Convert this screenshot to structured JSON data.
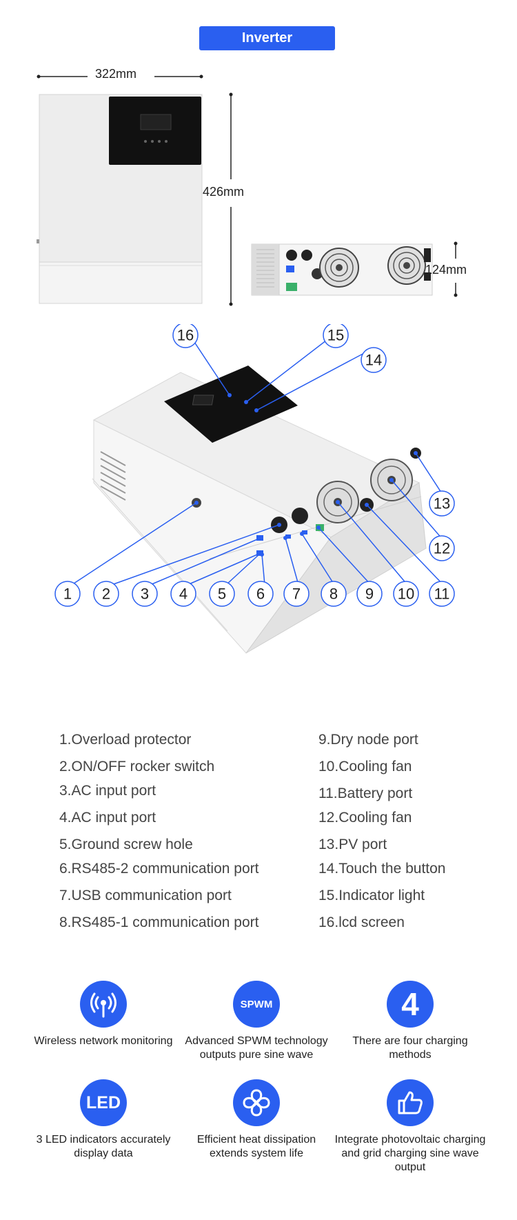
{
  "header": {
    "title": "Inverter"
  },
  "dimensions": {
    "width": "322mm",
    "height": "426mm",
    "depth": "124mm"
  },
  "callouts": [
    "1",
    "2",
    "3",
    "4",
    "5",
    "6",
    "7",
    "8",
    "9",
    "10",
    "11",
    "12",
    "13",
    "14",
    "15",
    "16"
  ],
  "specs": {
    "left": [
      "1.Overload protector",
      "2.ON/OFF rocker switch",
      "3.AC input port",
      "4.AC input port",
      "5.Ground screw hole",
      "6.RS485-2 communication port",
      "7.USB communication port",
      "8.RS485-1 communication port"
    ],
    "right": [
      "9.Dry node port",
      "10.Cooling fan",
      "11.Battery port",
      "12.Cooling fan",
      "13.PV port",
      "14.Touch the button",
      "15.Indicator light",
      "16.lcd screen"
    ]
  },
  "features": [
    {
      "icon": "wireless-icon",
      "label": "Wireless network monitoring"
    },
    {
      "icon": "spwm-icon",
      "icon_text": "SPWM",
      "label": "Advanced SPWM technology outputs pure sine wave"
    },
    {
      "icon": "number-four-icon",
      "icon_text": "4",
      "label": "There are four charging methods"
    },
    {
      "icon": "led-icon",
      "icon_text": "LED",
      "label": "3 LED indicators accurately display data"
    },
    {
      "icon": "fan-icon",
      "label": "Efficient heat dissipation extends system life"
    },
    {
      "icon": "thumbs-up-icon",
      "label": "Integrate photovoltaic charging and grid charging sine wave output"
    }
  ],
  "colors": {
    "accent": "#2a5ff0",
    "panel_dark": "#111111",
    "body_light": "#eeeeee"
  }
}
